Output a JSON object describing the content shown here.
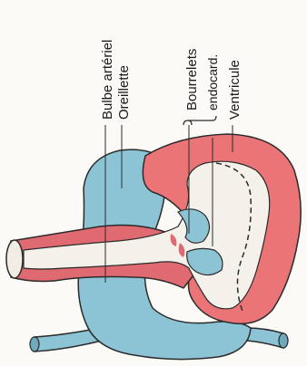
{
  "diagram": {
    "labels": {
      "bulbe_arteriel": "Bulbe artériel",
      "oreillette": "Oreillette",
      "bourrelets": "Bourrelets",
      "endocard": "endocard.",
      "ventricule": "Ventricule"
    },
    "colors": {
      "atrium_blue": "#8cc4d6",
      "ventricle_red": "#ea7476",
      "vessel_pink": "#e06a72",
      "cavity": "#f4f1ea",
      "outline": "#2b2b2b"
    }
  }
}
